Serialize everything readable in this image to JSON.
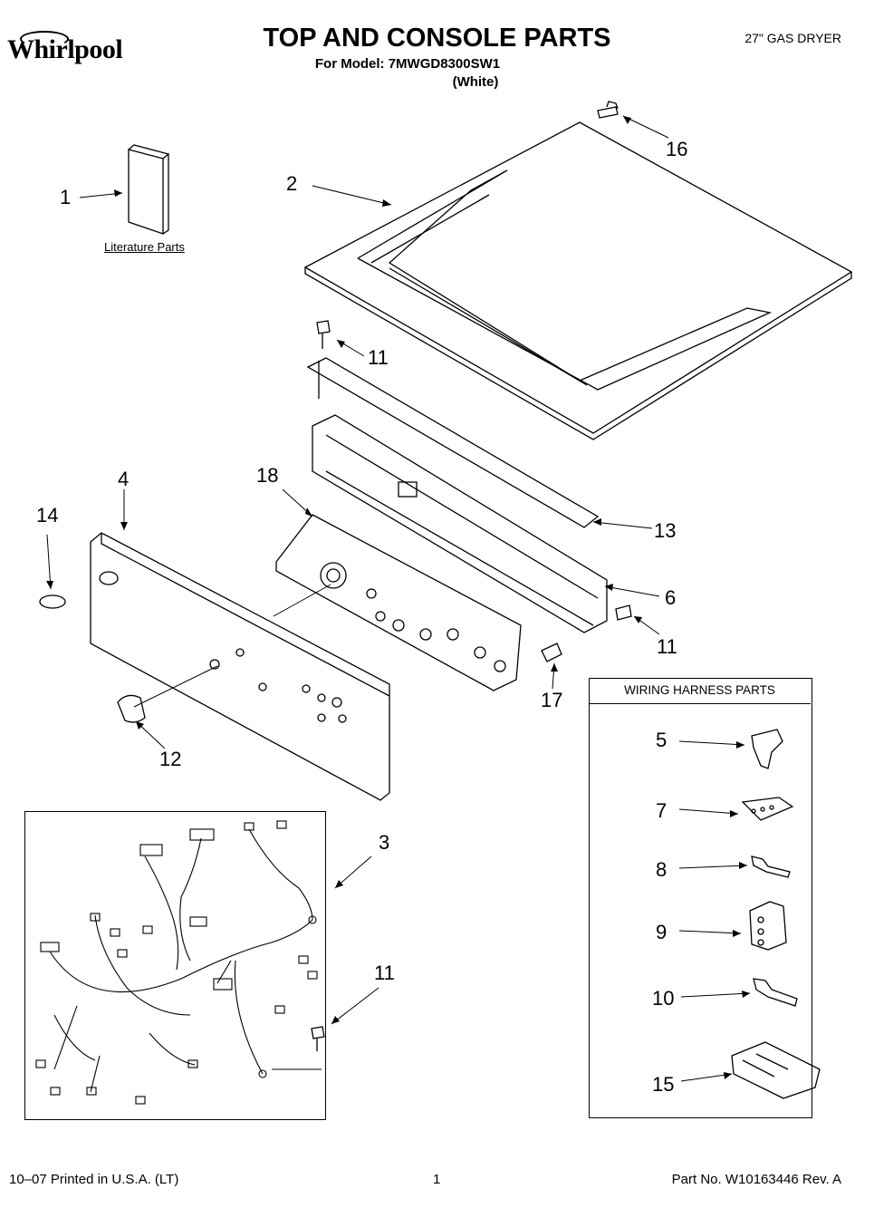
{
  "header": {
    "brand": "Whirlpool",
    "title": "TOP AND CONSOLE PARTS",
    "model_line": "For Model: 7MWGD8300SW1",
    "color_line": "(White)",
    "product": "27\" GAS DRYER"
  },
  "literature_label": "Literature Parts",
  "wiring_box_title": "WIRING HARNESS PARTS",
  "callouts": {
    "c1": "1",
    "c2": "2",
    "c3": "3",
    "c4": "4",
    "c5": "5",
    "c6": "6",
    "c7": "7",
    "c8": "8",
    "c9": "9",
    "c10": "10",
    "c11a": "11",
    "c11b": "11",
    "c11c": "11",
    "c12": "12",
    "c13": "13",
    "c14": "14",
    "c15": "15",
    "c16": "16",
    "c17": "17",
    "c18": "18"
  },
  "footer": {
    "left": "10–07 Printed in U.S.A. (LT)",
    "page": "1",
    "right": "Part No. W10163446 Rev. A"
  }
}
